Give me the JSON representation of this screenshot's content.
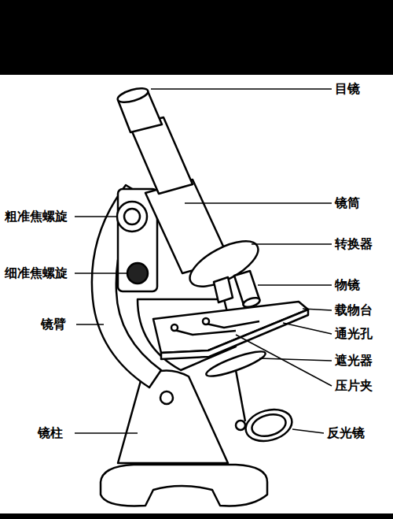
{
  "diagram": {
    "labels": [
      "目镜",
      "镜筒",
      "转换器",
      "物镜",
      "载物台",
      "通光孔",
      "遮光器",
      "压片夹",
      "反光镜",
      "粗准焦螺旋",
      "细准焦螺旋",
      "镜臂",
      "镜柱"
    ]
  }
}
